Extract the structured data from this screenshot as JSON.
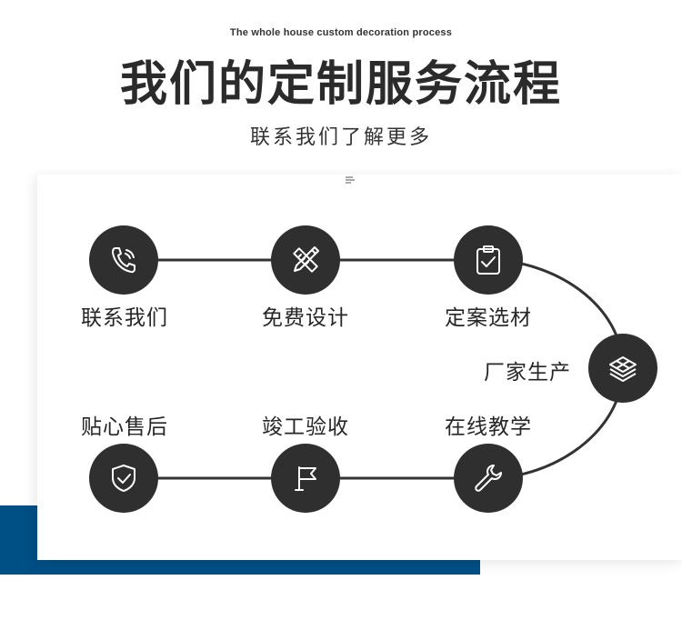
{
  "header": {
    "subtitle_en": "The whole house custom decoration process",
    "title": "我们的定制服务流程",
    "tagline": "联系我们了解更多"
  },
  "steps": [
    {
      "label": "联系我们",
      "icon": "phone-icon"
    },
    {
      "label": "免费设计",
      "icon": "pencil-ruler-icon"
    },
    {
      "label": "定案选材",
      "icon": "clipboard-check-icon"
    },
    {
      "label": "厂家生产",
      "icon": "layers-icon"
    },
    {
      "label": "在线教学",
      "icon": "wrench-icon"
    },
    {
      "label": "竣工验收",
      "icon": "flag-icon"
    },
    {
      "label": "贴心售后",
      "icon": "shield-check-icon"
    }
  ],
  "colors": {
    "node_fill": "#2f2f2f",
    "accent_blue": "#004f85",
    "line": "#333333",
    "icon_stroke": "#ffffff"
  }
}
